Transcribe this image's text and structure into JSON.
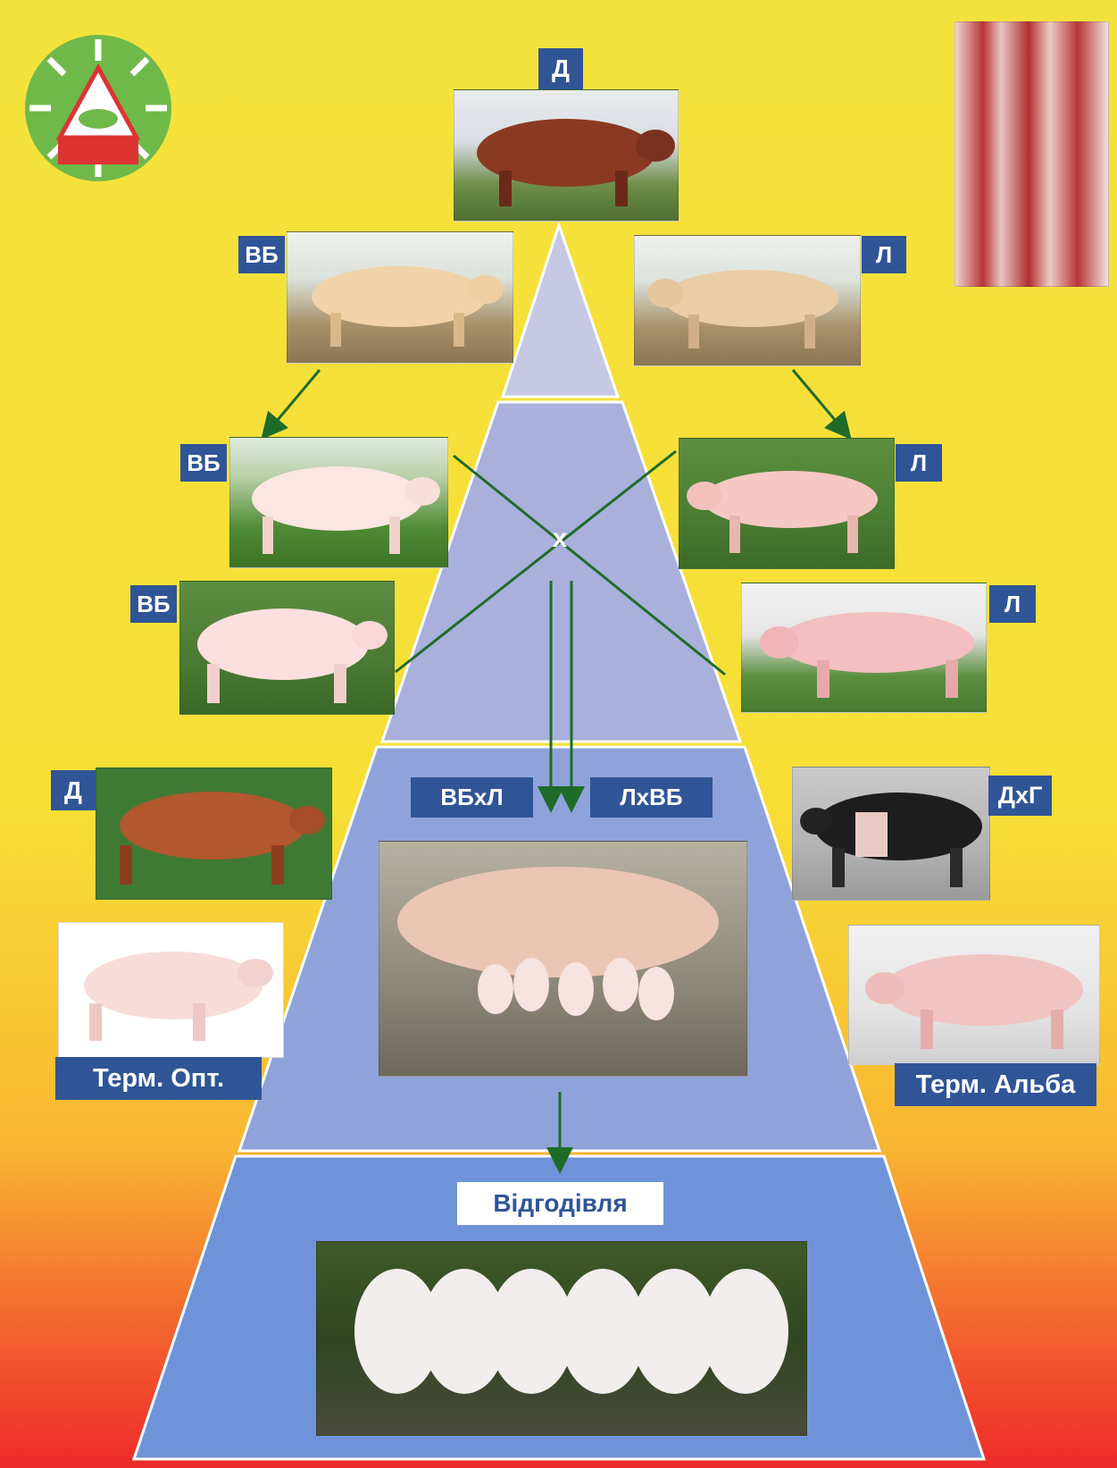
{
  "colors": {
    "pyramid_tier1": "#c6c8e4",
    "pyramid_tier2": "#a9b0dc",
    "pyramid_tier3": "#8fa3da",
    "pyramid_tier4": "#6f93d8",
    "label_bg": "#2f5597",
    "arrow": "#1f6b2a"
  },
  "nucleus": {
    "label": "Д"
  },
  "multiplier": {
    "left_label": "ВБ",
    "right_label": "Л"
  },
  "reproducer": {
    "left_labels": [
      "ВБ",
      "ВБ"
    ],
    "right_labels": [
      "Л",
      "Л"
    ],
    "cross_symbol": "x"
  },
  "commercial": {
    "cross_left": "ВБхЛ",
    "cross_right": "ЛхВБ",
    "left_sire_label": "Д",
    "left_terminal_label": "Терм. Опт.",
    "right_sire_label": "ДхГ",
    "right_terminal_label": "Терм. Альба"
  },
  "fattening": {
    "label": "Відгодівля"
  },
  "logo": {
    "icon": "pig-logo-icon"
  },
  "carcass": {
    "icon": "carcass-photo"
  }
}
